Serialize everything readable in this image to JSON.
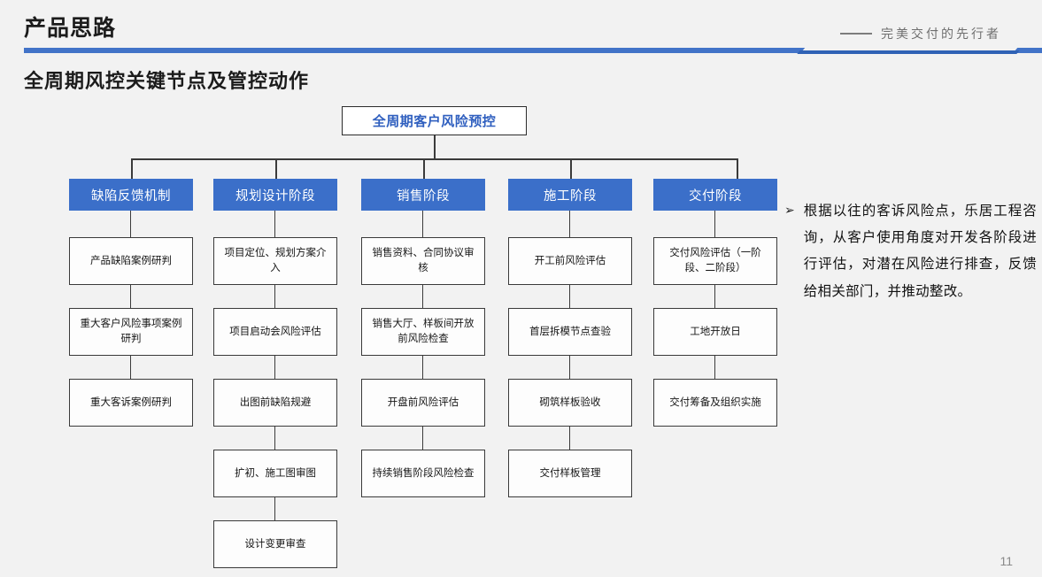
{
  "header": {
    "kicker": "产品思路",
    "tagline": "完美交付的先行者",
    "page_title": "全周期风控关键节点及管控动作",
    "accent_color": "#3b6fc9",
    "rule_color": "#4273c8"
  },
  "diagram": {
    "root": "全周期客户风险预控",
    "columns": [
      {
        "header": "缺陷反馈机制",
        "nodes": [
          "产品缺陷案例研判",
          "重大客户风险事项案例研判",
          "重大客诉案例研判"
        ]
      },
      {
        "header": "规划设计阶段",
        "nodes": [
          "项目定位、规划方案介入",
          "项目启动会风险评估",
          "出图前缺陷规避",
          "扩初、施工图审图",
          "设计变更审查"
        ]
      },
      {
        "header": "销售阶段",
        "nodes": [
          "销售资料、合同协议审核",
          "销售大厅、样板间开放前风险检查",
          "开盘前风险评估",
          "持续销售阶段风险检查"
        ]
      },
      {
        "header": "施工阶段",
        "nodes": [
          "开工前风险评估",
          "首层拆模节点查验",
          "砌筑样板验收",
          "交付样板管理"
        ]
      },
      {
        "header": "交付阶段",
        "nodes": [
          "交付风险评估（一阶段、二阶段）",
          "工地开放日",
          "交付筹备及组织实施"
        ]
      }
    ]
  },
  "note": {
    "bullet": "➢",
    "text": "根据以往的客诉风险点，乐居工程咨询，从客户使用角度对开发各阶段进行评估，对潜在风险进行排查，反馈给相关部门，并推动整改。"
  },
  "footer": {
    "page_number": "11"
  }
}
